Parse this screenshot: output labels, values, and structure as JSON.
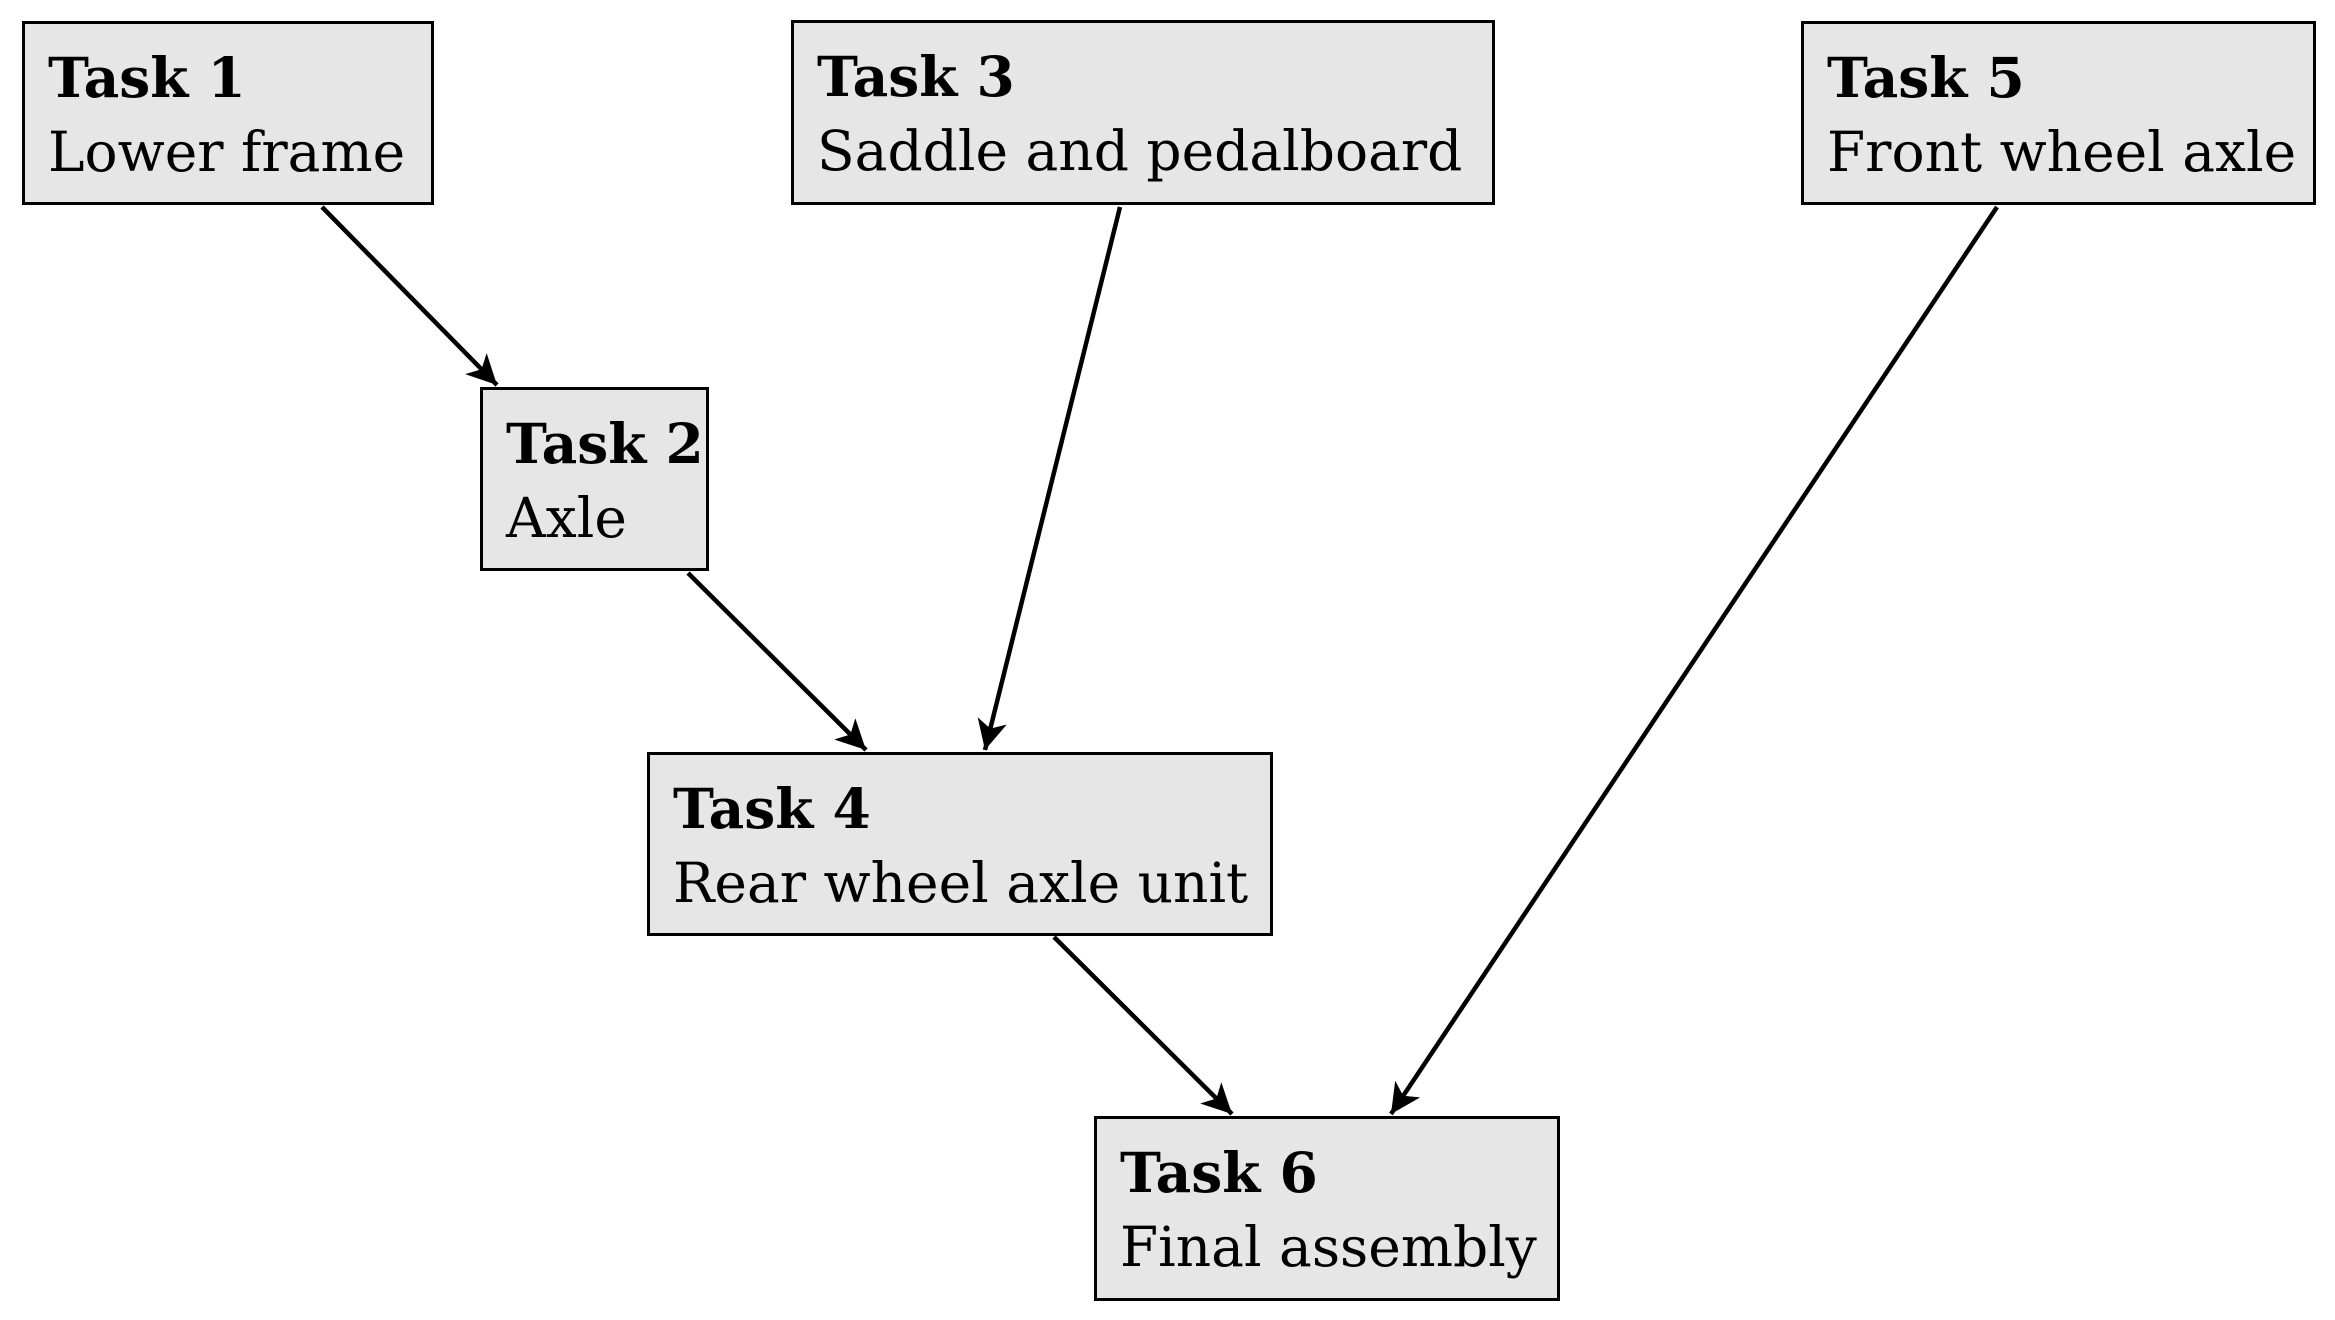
{
  "diagram": {
    "tasks": [
      {
        "id": "task1",
        "title": "Task 1",
        "desc": "Lower frame"
      },
      {
        "id": "task2",
        "title": "Task 2",
        "desc": "Axle"
      },
      {
        "id": "task3",
        "title": "Task 3",
        "desc": "Saddle and pedalboard"
      },
      {
        "id": "task4",
        "title": "Task 4",
        "desc": "Rear wheel axle unit"
      },
      {
        "id": "task5",
        "title": "Task 5",
        "desc": "Front wheel axle"
      },
      {
        "id": "task6",
        "title": "Task 6",
        "desc": "Final assembly"
      }
    ],
    "edges": [
      {
        "from": "Task 1",
        "to": "Task 2"
      },
      {
        "from": "Task 2",
        "to": "Task 4"
      },
      {
        "from": "Task 3",
        "to": "Task 4"
      },
      {
        "from": "Task 4",
        "to": "Task 6"
      },
      {
        "from": "Task 5",
        "to": "Task 6"
      }
    ],
    "colors": {
      "node_fill": "#e6e6e6",
      "node_border": "#000000",
      "edge": "#000000",
      "text": "#000000"
    }
  }
}
